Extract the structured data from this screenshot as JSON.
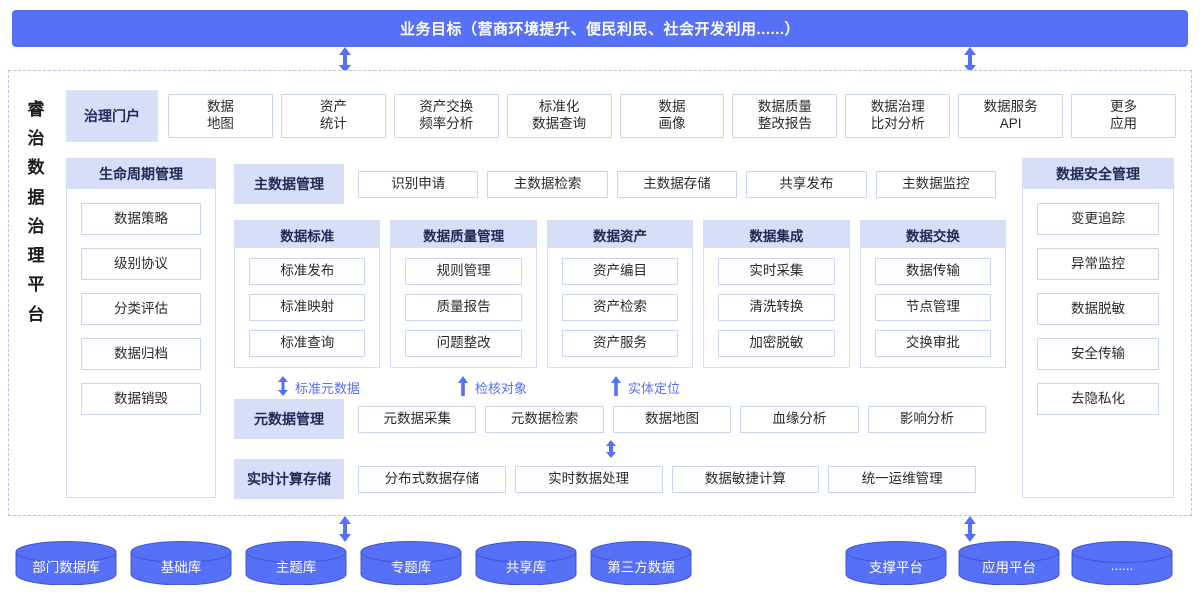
{
  "banner": {
    "title": "业务目标（营商环境提升、便民利民、社会开发利用......）"
  },
  "platform": {
    "vertical_title": "睿治数据治理平台"
  },
  "portal": {
    "head": "治理门户",
    "items": [
      {
        "line1": "数据",
        "line2": "地图"
      },
      {
        "line1": "资产",
        "line2": "统计"
      },
      {
        "line1": "资产交换",
        "line2": "频率分析"
      },
      {
        "line1": "标准化",
        "line2": "数据查询"
      },
      {
        "line1": "数据",
        "line2": "画像"
      },
      {
        "line1": "数据质量",
        "line2": "整改报告"
      },
      {
        "line1": "数据治理",
        "line2": "比对分析"
      },
      {
        "line1": "数据服务",
        "line2": "API"
      },
      {
        "line1": "更多",
        "line2": "应用"
      }
    ]
  },
  "lifecycle": {
    "head": "生命周期管理",
    "items": [
      "数据策略",
      "级别协议",
      "分类评估",
      "数据归档",
      "数据销毁"
    ]
  },
  "security": {
    "head": "数据安全管理",
    "items": [
      "变更追踪",
      "异常监控",
      "数据脱敏",
      "安全传输",
      "去隐私化"
    ]
  },
  "masterdata": {
    "head": "主数据管理",
    "items": [
      "识别申请",
      "主数据检索",
      "主数据存储",
      "共享发布",
      "主数据监控"
    ]
  },
  "columns": [
    {
      "head": "数据标准",
      "items": [
        "标准发布",
        "标准映射",
        "标准查询"
      ]
    },
    {
      "head": "数据质量管理",
      "items": [
        "规则管理",
        "质量报告",
        "问题整改"
      ]
    },
    {
      "head": "数据资产",
      "items": [
        "资产编目",
        "资产检索",
        "资产服务"
      ]
    },
    {
      "head": "数据集成",
      "items": [
        "实时采集",
        "清洗转换",
        "加密脱敏"
      ]
    },
    {
      "head": "数据交换",
      "items": [
        "数据传输",
        "节点管理",
        "交换审批"
      ]
    }
  ],
  "annotations": [
    {
      "label": "标准元数据",
      "arrow": "double-arrow-icon"
    },
    {
      "label": "检核对象",
      "arrow": "up-arrow-icon"
    },
    {
      "label": "实体定位",
      "arrow": "up-arrow-icon"
    }
  ],
  "metadata": {
    "head": "元数据管理",
    "items": [
      "元数据采集",
      "元数据检索",
      "数据地图",
      "血缘分析",
      "影响分析"
    ]
  },
  "rtcompute": {
    "head": "实时计算存储",
    "items": [
      "分布式数据存储",
      "实时数据处理",
      "数据敏捷计算",
      "统一运维管理"
    ]
  },
  "datasources": {
    "left": [
      "部门数据库",
      "基础库",
      "主题库",
      "专题库",
      "共享库",
      "第三方数据"
    ],
    "right": [
      "支撑平台",
      "应用平台",
      "......"
    ]
  },
  "colors": {
    "primary": "#5670F7",
    "header_fill": "#D6DEF8",
    "border": "#c9d4ef",
    "text_dark": "#1d2a55"
  }
}
